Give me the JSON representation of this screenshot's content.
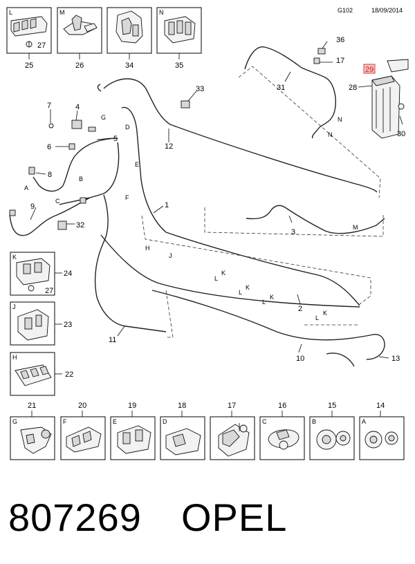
{
  "header": {
    "code": "G102",
    "date": "18/09/2014"
  },
  "footer": {
    "part_number": "807269",
    "brand": "OPEL"
  },
  "highlighted_callout": "29",
  "boxes": {
    "L": {
      "letter": "L",
      "screw": "27",
      "number": "25"
    },
    "M": {
      "letter": "M",
      "number": "26"
    },
    "blank34": {
      "number": "34"
    },
    "N": {
      "letter": "N",
      "number": "35"
    },
    "K": {
      "letter": "K",
      "screw": "27",
      "number": "24"
    },
    "J": {
      "letter": "J",
      "number": "23"
    },
    "H": {
      "letter": "H",
      "number": "22"
    },
    "G": {
      "letter": "G",
      "number": "21"
    },
    "F": {
      "letter": "F",
      "number": "20"
    },
    "E": {
      "letter": "E",
      "number": "19"
    },
    "D": {
      "letter": "D",
      "number": "18"
    },
    "blank17": {
      "number": "17"
    },
    "C": {
      "letter": "C",
      "number": "16"
    },
    "B": {
      "letter": "B",
      "number": "15"
    },
    "A": {
      "letter": "A",
      "number": "14"
    }
  },
  "callouts": {
    "c36": "36",
    "c17": "17",
    "c31": "31",
    "c28": "28",
    "c30": "30",
    "c33": "33",
    "c7": "7",
    "c4": "4",
    "c5": "5",
    "c6": "6",
    "c8": "8",
    "c12": "12",
    "c1": "1",
    "c3": "3",
    "c9": "9",
    "c32": "32",
    "c2": "2",
    "c11": "11",
    "c10": "10",
    "c13": "13"
  },
  "letters": {
    "N1": "N",
    "N2": "N",
    "G": "G",
    "D": "D",
    "E": "E",
    "A": "A",
    "B": "B",
    "C": "C",
    "F": "F",
    "H": "H",
    "J": "J",
    "M": "M",
    "L1": "L",
    "K1": "K",
    "L2": "L",
    "K2": "K",
    "L3": "L",
    "K3": "K",
    "L4": "L",
    "K4": "K"
  }
}
